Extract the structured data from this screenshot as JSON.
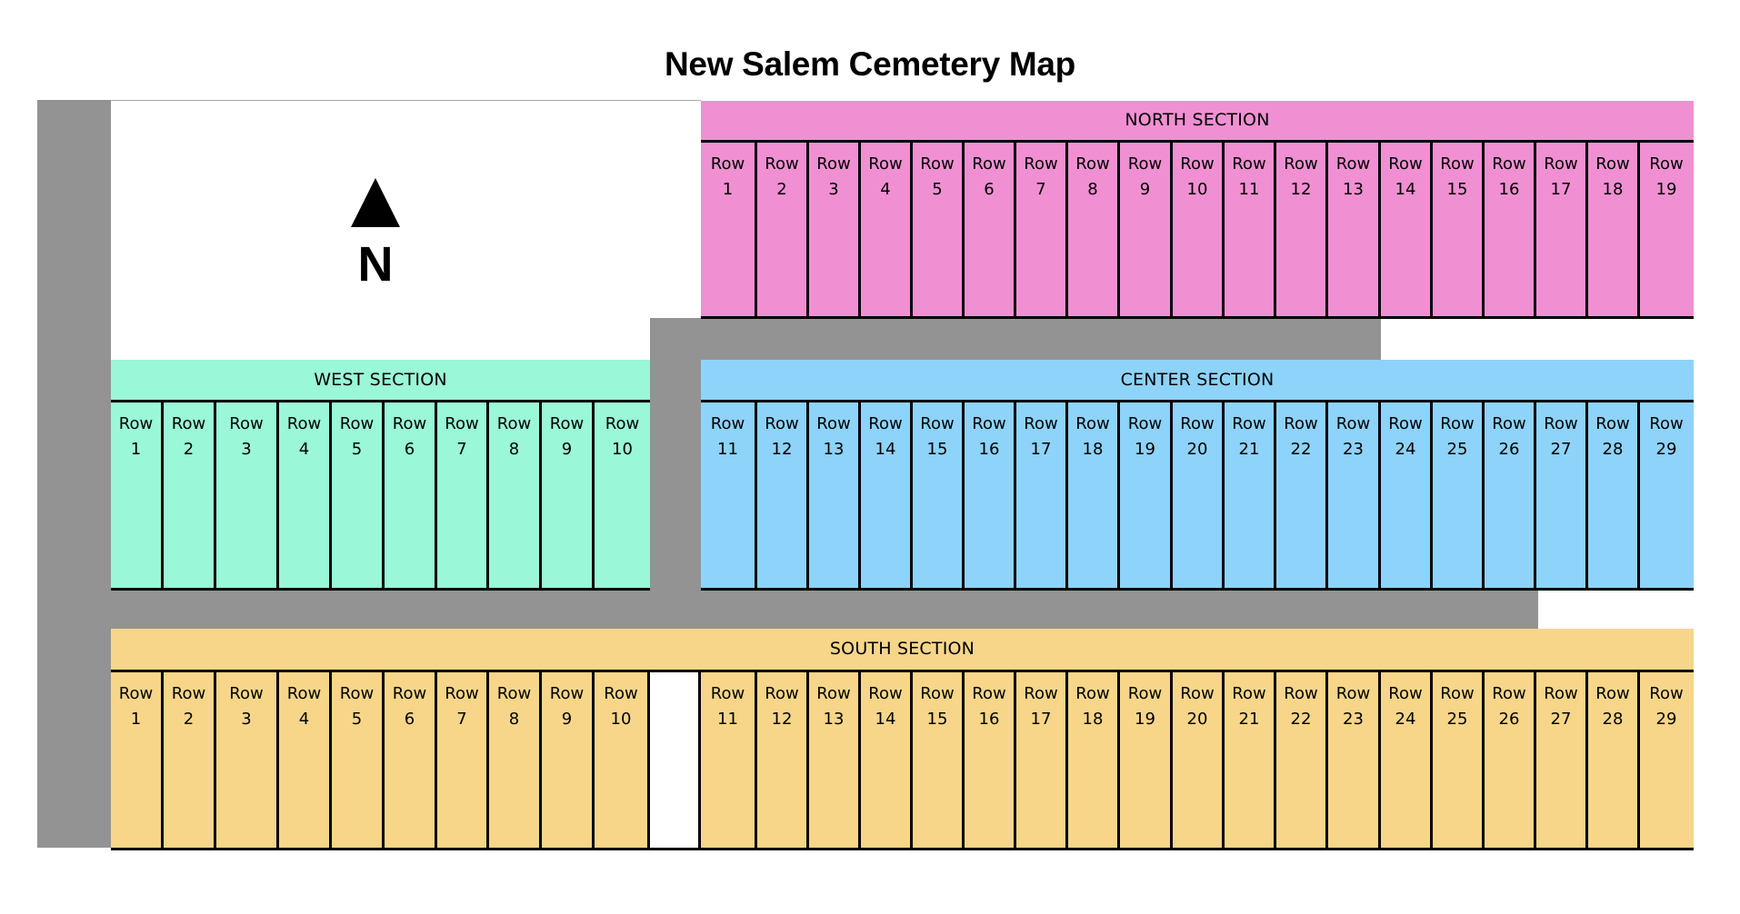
{
  "title": "New Salem Cemetery Map",
  "compass": {
    "icon": "north-arrow-icon",
    "label": "N"
  },
  "colors": {
    "road": "#939393",
    "north": "#F090D2",
    "west": "#9AF7D8",
    "center": "#8DD3FA",
    "south": "#F7D689"
  },
  "sections": {
    "north": {
      "label": "NORTH SECTION",
      "rows": [
        {
          "word": "Row",
          "num": "1"
        },
        {
          "word": "Row",
          "num": "2"
        },
        {
          "word": "Row",
          "num": "3"
        },
        {
          "word": "Row",
          "num": "4"
        },
        {
          "word": "Row",
          "num": "5"
        },
        {
          "word": "Row",
          "num": "6"
        },
        {
          "word": "Row",
          "num": "7"
        },
        {
          "word": "Row",
          "num": "8"
        },
        {
          "word": "Row",
          "num": "9"
        },
        {
          "word": "Row",
          "num": "10"
        },
        {
          "word": "Row",
          "num": "11"
        },
        {
          "word": "Row",
          "num": "12"
        },
        {
          "word": "Row",
          "num": "13"
        },
        {
          "word": "Row",
          "num": "14"
        },
        {
          "word": "Row",
          "num": "15"
        },
        {
          "word": "Row",
          "num": "16"
        },
        {
          "word": "Row",
          "num": "17"
        },
        {
          "word": "Row",
          "num": "18"
        },
        {
          "word": "Row",
          "num": "19"
        }
      ]
    },
    "west": {
      "label": "WEST SECTION",
      "rows": [
        {
          "word": "Row",
          "num": "1"
        },
        {
          "word": "Row",
          "num": "2"
        },
        {
          "word": "Row",
          "num": "3"
        },
        {
          "word": "Row",
          "num": "4"
        },
        {
          "word": "Row",
          "num": "5"
        },
        {
          "word": "Row",
          "num": "6"
        },
        {
          "word": "Row",
          "num": "7"
        },
        {
          "word": "Row",
          "num": "8"
        },
        {
          "word": "Row",
          "num": "9"
        },
        {
          "word": "Row",
          "num": "10"
        }
      ]
    },
    "center": {
      "label": "CENTER SECTION",
      "rows": [
        {
          "word": "Row",
          "num": "11"
        },
        {
          "word": "Row",
          "num": "12"
        },
        {
          "word": "Row",
          "num": "13"
        },
        {
          "word": "Row",
          "num": "14"
        },
        {
          "word": "Row",
          "num": "15"
        },
        {
          "word": "Row",
          "num": "16"
        },
        {
          "word": "Row",
          "num": "17"
        },
        {
          "word": "Row",
          "num": "18"
        },
        {
          "word": "Row",
          "num": "19"
        },
        {
          "word": "Row",
          "num": "20"
        },
        {
          "word": "Row",
          "num": "21"
        },
        {
          "word": "Row",
          "num": "22"
        },
        {
          "word": "Row",
          "num": "23"
        },
        {
          "word": "Row",
          "num": "24"
        },
        {
          "word": "Row",
          "num": "25"
        },
        {
          "word": "Row",
          "num": "26"
        },
        {
          "word": "Row",
          "num": "27"
        },
        {
          "word": "Row",
          "num": "28"
        },
        {
          "word": "Row",
          "num": "29"
        }
      ]
    },
    "south": {
      "label": "SOUTH SECTION",
      "rows_left": [
        {
          "word": "Row",
          "num": "1"
        },
        {
          "word": "Row",
          "num": "2"
        },
        {
          "word": "Row",
          "num": "3"
        },
        {
          "word": "Row",
          "num": "4"
        },
        {
          "word": "Row",
          "num": "5"
        },
        {
          "word": "Row",
          "num": "6"
        },
        {
          "word": "Row",
          "num": "7"
        },
        {
          "word": "Row",
          "num": "8"
        },
        {
          "word": "Row",
          "num": "9"
        },
        {
          "word": "Row",
          "num": "10"
        }
      ],
      "rows_right": [
        {
          "word": "Row",
          "num": "11"
        },
        {
          "word": "Row",
          "num": "12"
        },
        {
          "word": "Row",
          "num": "13"
        },
        {
          "word": "Row",
          "num": "14"
        },
        {
          "word": "Row",
          "num": "15"
        },
        {
          "word": "Row",
          "num": "16"
        },
        {
          "word": "Row",
          "num": "17"
        },
        {
          "word": "Row",
          "num": "18"
        },
        {
          "word": "Row",
          "num": "19"
        },
        {
          "word": "Row",
          "num": "20"
        },
        {
          "word": "Row",
          "num": "21"
        },
        {
          "word": "Row",
          "num": "22"
        },
        {
          "word": "Row",
          "num": "23"
        },
        {
          "word": "Row",
          "num": "24"
        },
        {
          "word": "Row",
          "num": "25"
        },
        {
          "word": "Row",
          "num": "26"
        },
        {
          "word": "Row",
          "num": "27"
        },
        {
          "word": "Row",
          "num": "28"
        },
        {
          "word": "Row",
          "num": "29"
        }
      ]
    }
  }
}
